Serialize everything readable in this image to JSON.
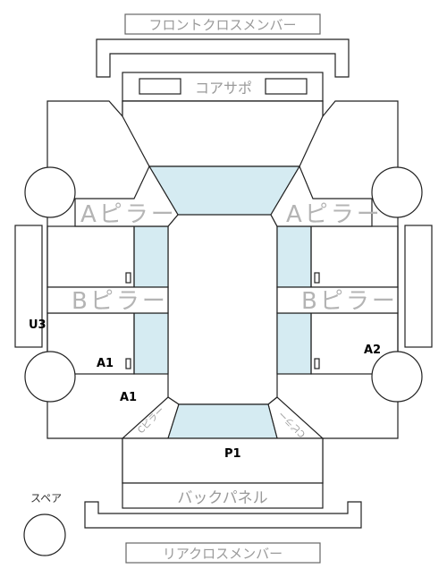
{
  "labels": {
    "front_cross_member": "フロントクロスメンバー",
    "core_support": "コアサポ",
    "a_pillar": "Aピラー",
    "b_pillar": "Bピラー",
    "back_panel": "バックパネル",
    "rear_cross_member": "リアクロスメンバー",
    "spare": "スペア",
    "c_pillar": "Cピラー"
  },
  "damage_codes": {
    "u3": "U3",
    "a1_pillar": "A1",
    "a1_body": "A1",
    "a2": "A2",
    "p1": "P1"
  },
  "colors": {
    "glass": "#d5ebf2",
    "line": "#222222",
    "label": "#9a9a9a"
  }
}
